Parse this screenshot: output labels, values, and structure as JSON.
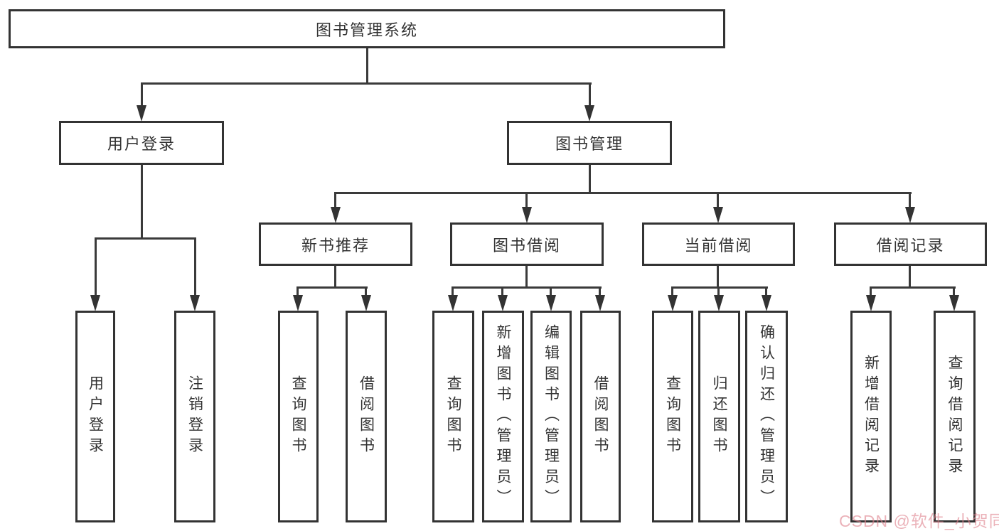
{
  "tree": {
    "root": "图书管理系统",
    "branches": [
      {
        "label": "用户登录",
        "leaves": [
          "用户登录",
          "注销登录"
        ]
      },
      {
        "label": "图书管理",
        "groups": [
          {
            "label": "新书推荐",
            "leaves": [
              "查询图书",
              "借阅图书"
            ]
          },
          {
            "label": "图书借阅",
            "leaves": [
              "查询图书",
              "新增图书（管理员）",
              "编辑图书（管理员）",
              "借阅图书"
            ]
          },
          {
            "label": "当前借阅",
            "leaves": [
              "查询图书",
              "归还图书",
              "确认归还（管理员）"
            ]
          },
          {
            "label": "借阅记录",
            "leaves": [
              "新增借阅记录",
              "查询借阅记录"
            ]
          }
        ]
      }
    ]
  },
  "watermark": "CSDN @软件_小贺同学",
  "colors": {
    "line": "#333333",
    "text": "#333333",
    "background": "#ffffff",
    "watermark": "#de828e"
  }
}
